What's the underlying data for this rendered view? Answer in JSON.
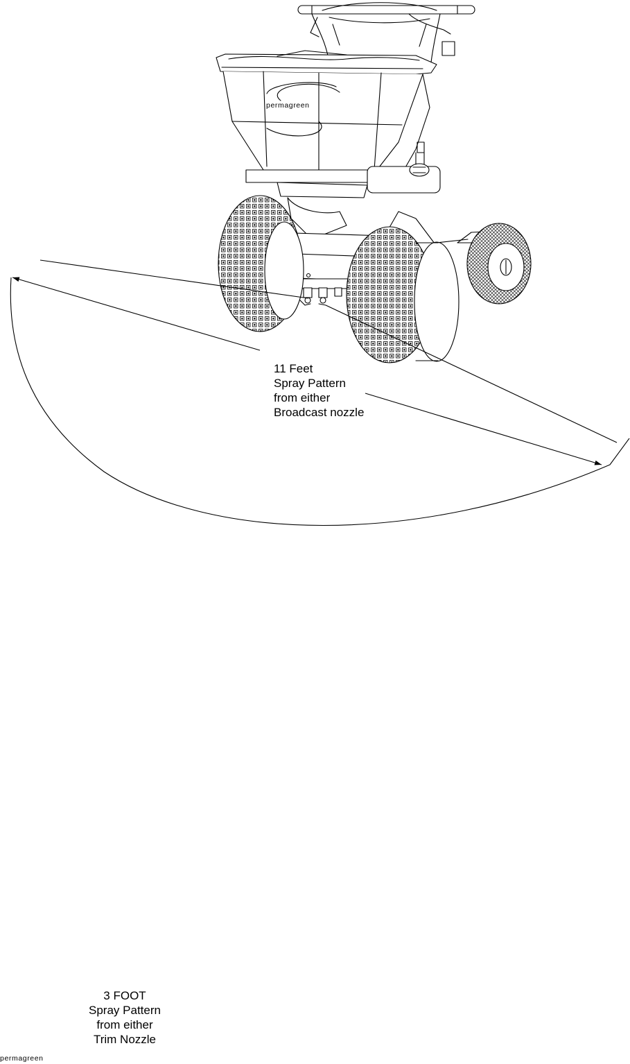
{
  "top_figure": {
    "brand": "permagreen",
    "label_lines": [
      "11 Feet",
      "Spray Pattern",
      "from either",
      "Broadcast nozzle"
    ]
  },
  "bottom_figure": {
    "brand": "permagreen",
    "label_lines": [
      "3 FOOT",
      "Spray Pattern",
      "from either",
      "Trim Nozzle"
    ]
  }
}
